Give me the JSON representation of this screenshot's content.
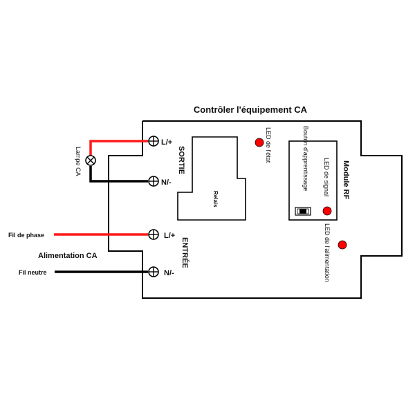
{
  "title": "Contrôler l'équipement CA",
  "colors": {
    "phase_wire": "#ff1a1a",
    "neutral_wire": "#000000",
    "led": "#ff0000",
    "outline": "#000000",
    "background": "#ffffff"
  },
  "output_section": {
    "label": "SORTIE",
    "terminals": [
      {
        "label": "L/+",
        "wire": "phase"
      },
      {
        "label": "N/-",
        "wire": "neutral"
      }
    ],
    "load": {
      "label": "Lampe CA",
      "icon": "lamp-icon"
    }
  },
  "input_section": {
    "label": "ENTRÉE",
    "terminals": [
      {
        "label": "L/+",
        "wire": "phase"
      },
      {
        "label": "N/-",
        "wire": "neutral"
      }
    ],
    "supply_label": "Alimentation CA",
    "phase_wire_label": "Fil de phase",
    "neutral_wire_label": "Fil neutre"
  },
  "relay": {
    "label": "Relais"
  },
  "status_led": {
    "label": "LED de l'état"
  },
  "power_led": {
    "label": "LED de l'alimentation"
  },
  "rf_module": {
    "label": "Module RF",
    "signal_led_label": "LED de signal",
    "learn_button_label": "Bouton d'apprentissage"
  }
}
